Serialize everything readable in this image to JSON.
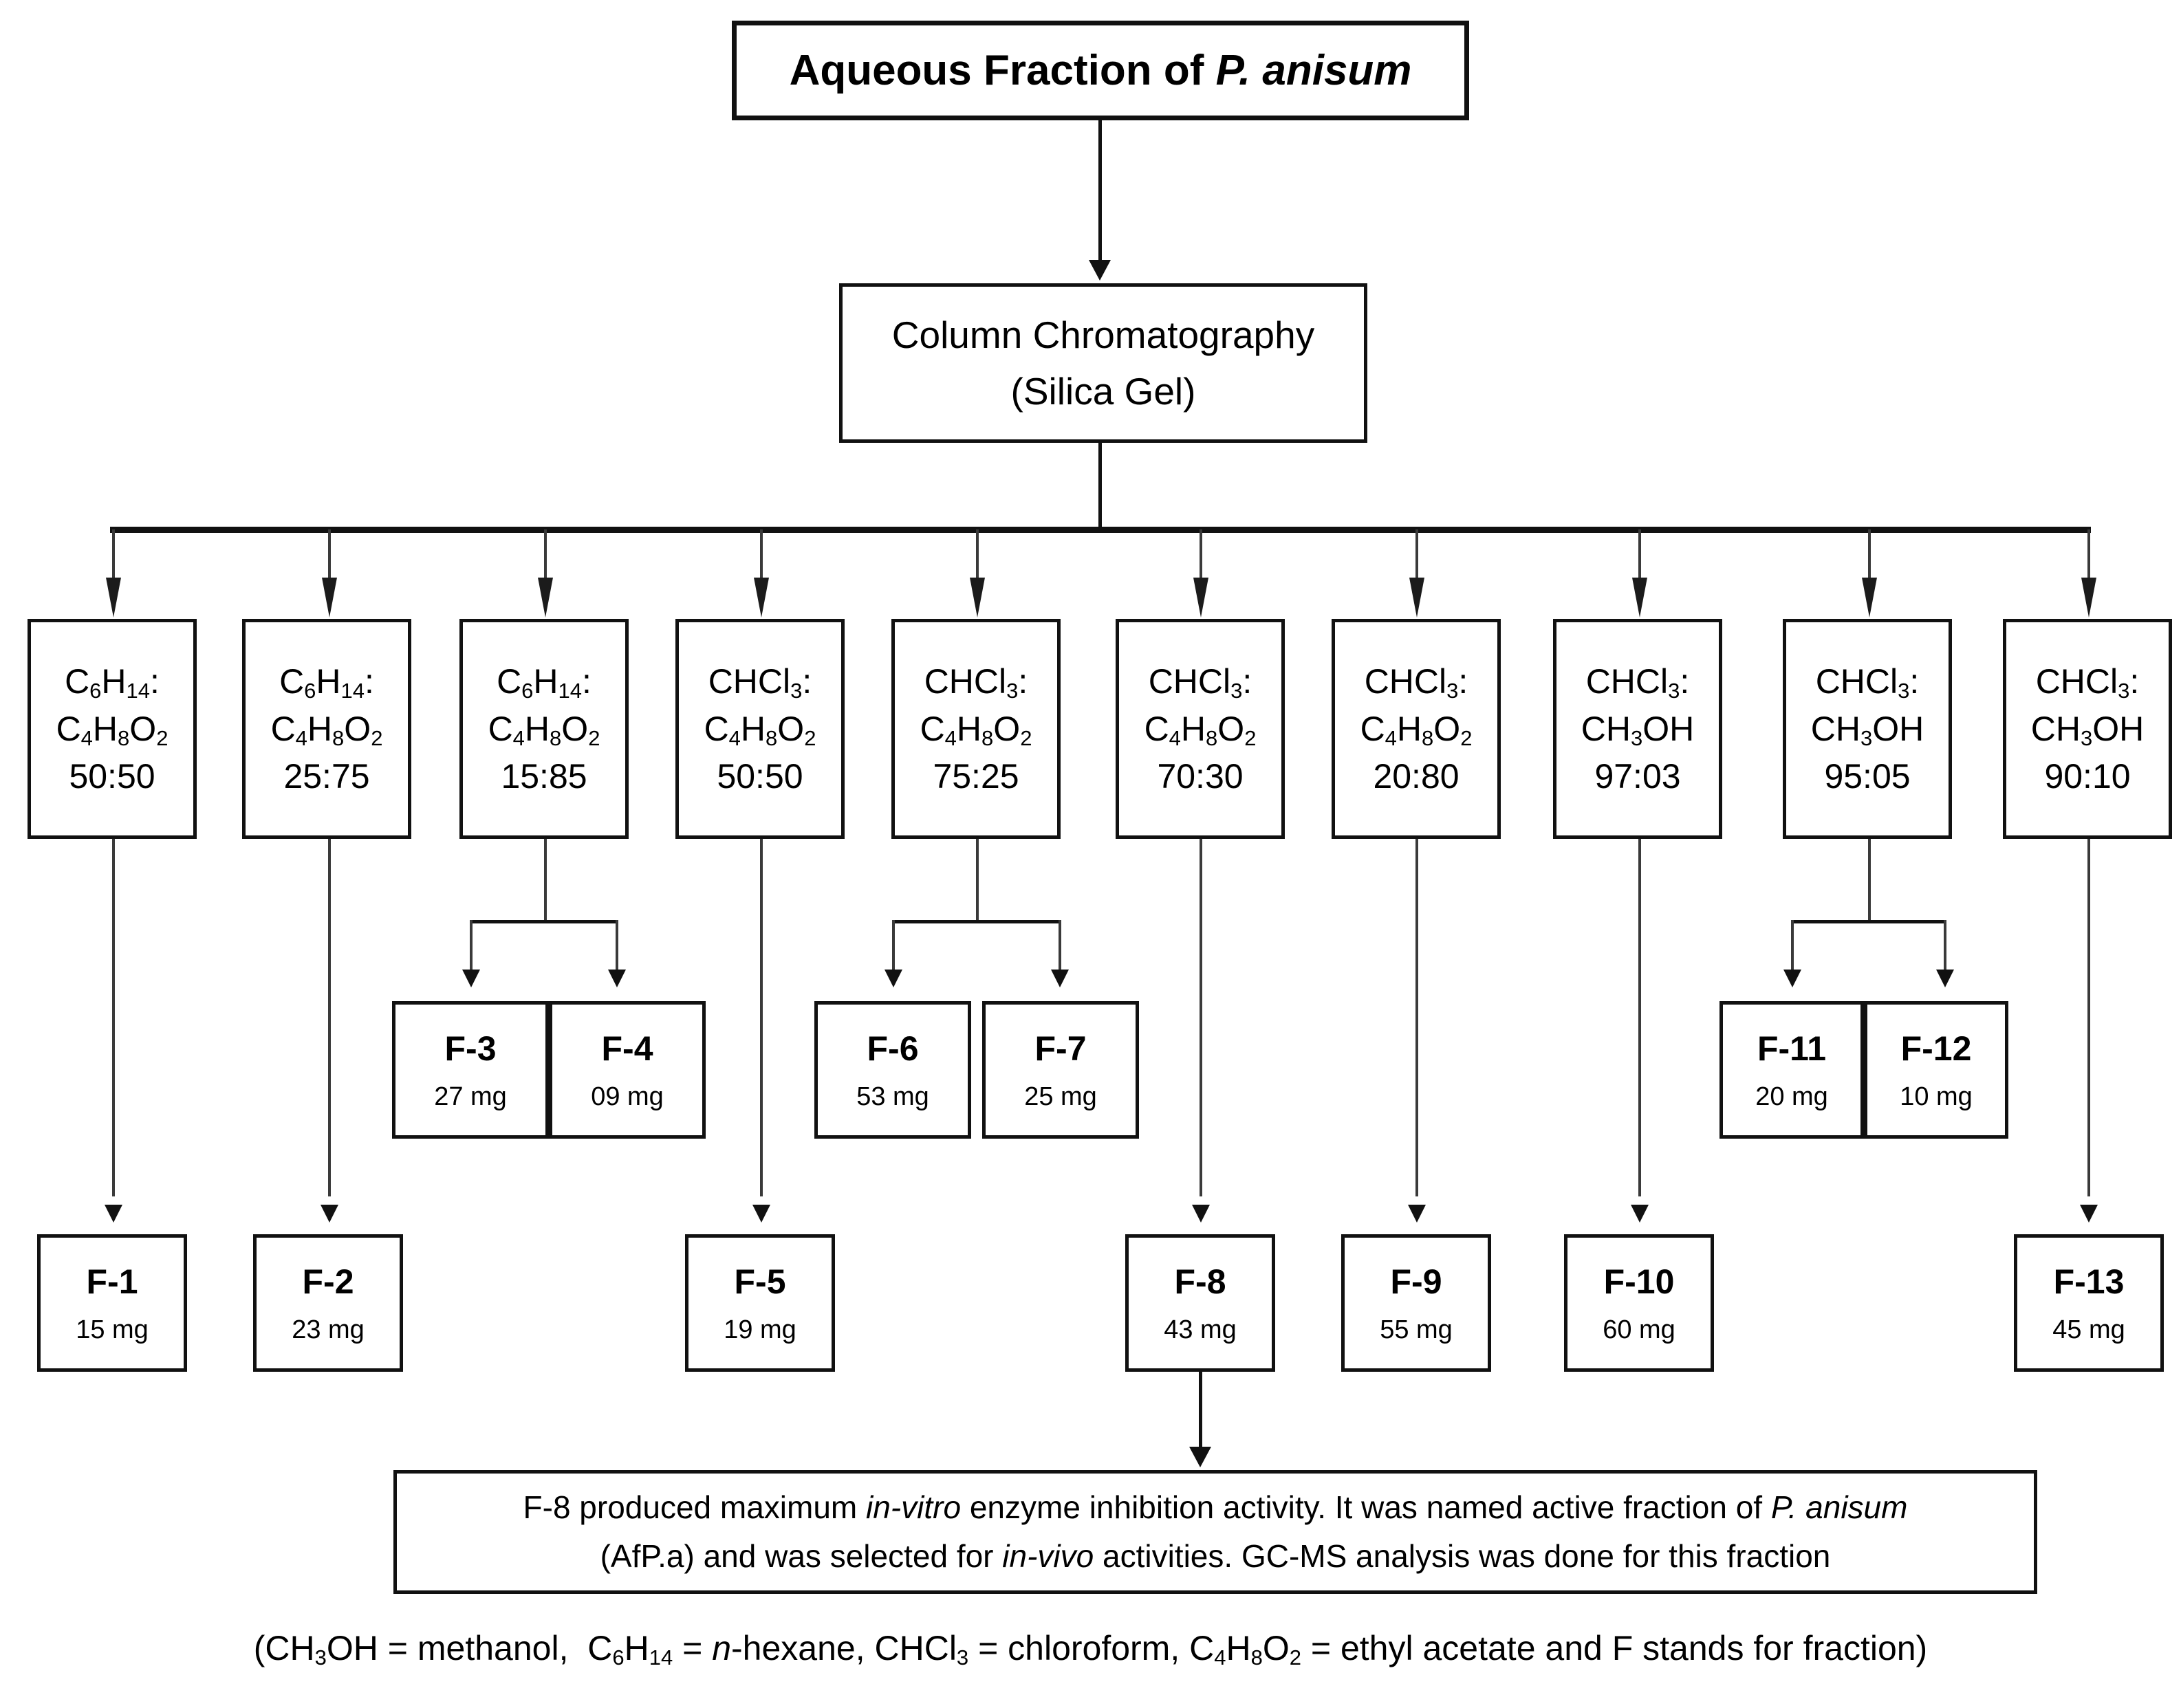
{
  "title": {
    "prefix": "Aqueous Fraction of ",
    "species": "P. anisum"
  },
  "process": {
    "line1": "Column Chromatography",
    "line2": "(Silica Gel)"
  },
  "solvent_boxes": [
    {
      "id": "sol-1",
      "solvent_a": "C6H14:",
      "solvent_b": "C4H8O2",
      "ratio": "50:50"
    },
    {
      "id": "sol-2",
      "solvent_a": "C6H14:",
      "solvent_b": "C4H8O2",
      "ratio": "25:75"
    },
    {
      "id": "sol-3",
      "solvent_a": "C6H14:",
      "solvent_b": "C4H8O2",
      "ratio": "15:85"
    },
    {
      "id": "sol-4",
      "solvent_a": "CHCl3:",
      "solvent_b": "C4H8O2",
      "ratio": "50:50"
    },
    {
      "id": "sol-5",
      "solvent_a": "CHCl3:",
      "solvent_b": "C4H8O2",
      "ratio": "75:25"
    },
    {
      "id": "sol-6",
      "solvent_a": "CHCl3:",
      "solvent_b": "C4H8O2",
      "ratio": "70:30"
    },
    {
      "id": "sol-7",
      "solvent_a": "CHCl3:",
      "solvent_b": "C4H8O2",
      "ratio": "20:80"
    },
    {
      "id": "sol-8",
      "solvent_a": "CHCl3:",
      "solvent_b": "CH3OH",
      "ratio": "97:03"
    },
    {
      "id": "sol-9",
      "solvent_a": "CHCl3:",
      "solvent_b": "CH3OH",
      "ratio": "95:05"
    },
    {
      "id": "sol-10",
      "solvent_a": "CHCl3:",
      "solvent_b": "CH3OH",
      "ratio": "90:10"
    }
  ],
  "fractions": [
    {
      "id": "f-1",
      "name": "F-1",
      "mass": "15 mg"
    },
    {
      "id": "f-2",
      "name": "F-2",
      "mass": "23 mg"
    },
    {
      "id": "f-3",
      "name": "F-3",
      "mass": "27 mg"
    },
    {
      "id": "f-4",
      "name": "F-4",
      "mass": "09 mg"
    },
    {
      "id": "f-5",
      "name": "F-5",
      "mass": "19 mg"
    },
    {
      "id": "f-6",
      "name": "F-6",
      "mass": "53 mg"
    },
    {
      "id": "f-7",
      "name": "F-7",
      "mass": "25 mg"
    },
    {
      "id": "f-8",
      "name": "F-8",
      "mass": "43 mg"
    },
    {
      "id": "f-9",
      "name": "F-9",
      "mass": "55 mg"
    },
    {
      "id": "f-10",
      "name": "F-10",
      "mass": "60 mg"
    },
    {
      "id": "f-11",
      "name": "F-11",
      "mass": "20 mg"
    },
    {
      "id": "f-12",
      "name": "F-12",
      "mass": "10 mg"
    },
    {
      "id": "f-13",
      "name": "F-13",
      "mass": "45 mg"
    }
  ],
  "conclusion": {
    "l1_a": "F-8 produced maximum ",
    "l1_i": "in-vitro",
    "l1_b": " enzyme inhibition activity. It was named active fraction of ",
    "l1_i2": "P. anisum",
    "l2_a": "(AfP.a) and was selected for ",
    "l2_i": "in-vivo",
    "l2_b": " activities. GC-MS analysis was done for this fraction"
  },
  "legend": {
    "p1": "(CH3OH = methanol, ",
    "p2": "C6H14 = ",
    "p2i": "n",
    "p3": "-hexane, CHCl3 = chloroform, ",
    "p4": "C4H8O2 = ethyl acetate and F stands for fraction)"
  },
  "colors": {
    "line": "#111111",
    "box_border": "#111111",
    "background": "#ffffff"
  }
}
